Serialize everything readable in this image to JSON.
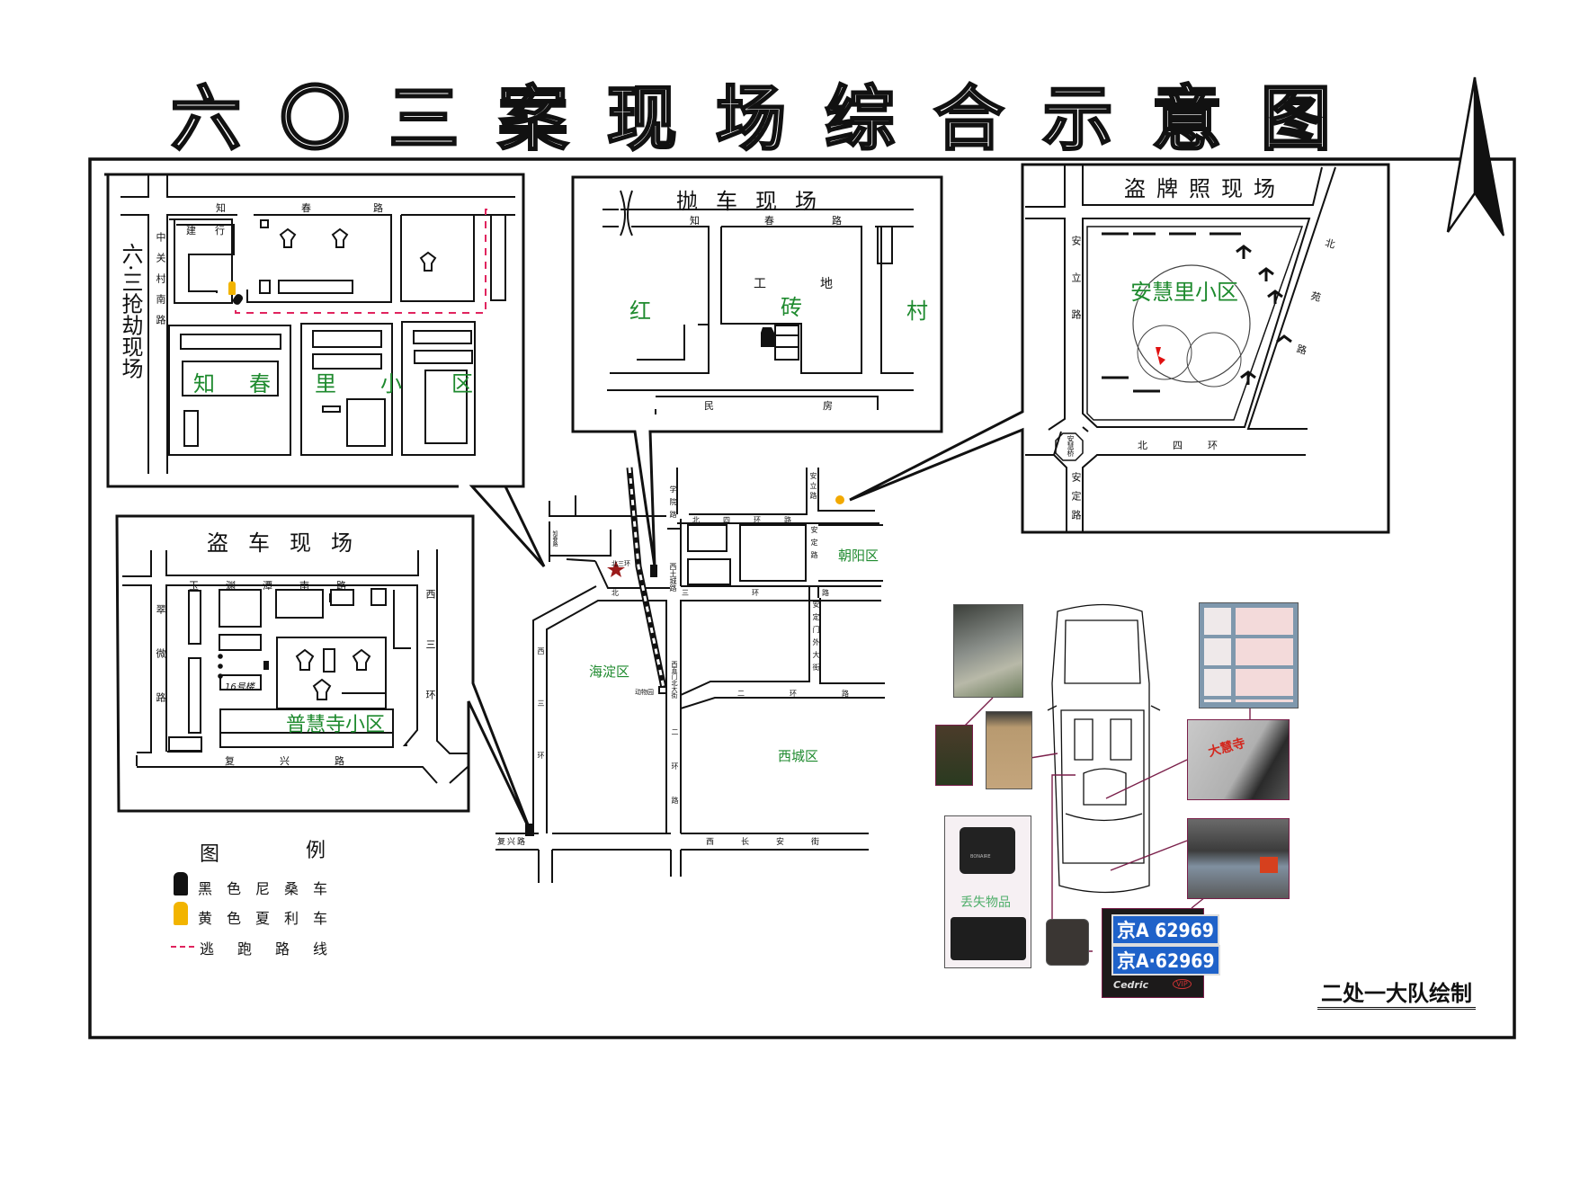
{
  "title_chars": [
    "六",
    "〇",
    "三",
    "案",
    "现",
    "场",
    "综",
    "合",
    "示",
    "意",
    "图"
  ],
  "panels": {
    "robbery": {
      "title": "六·三抢劫现场",
      "roads": {
        "top": [
          "知",
          "春",
          "路"
        ],
        "left": "中关村南路"
      },
      "building": [
        "建",
        "行"
      ],
      "community": [
        "知",
        "春",
        "里",
        "小",
        "区"
      ]
    },
    "abandon": {
      "title": "抛车现场",
      "road": [
        "知",
        "春",
        "路"
      ],
      "village": [
        "红",
        "砖",
        "村"
      ],
      "site": [
        "工",
        "地"
      ],
      "houses": [
        "民",
        "房"
      ]
    },
    "plate_theft": {
      "title": "盗牌照现场",
      "community": "安慧里小区",
      "roads": {
        "left": "安立路",
        "bottom": "北四环",
        "right": "北苑路",
        "south": "安定路",
        "bridge": "安慧桥"
      }
    },
    "car_theft": {
      "title": "盗车现场",
      "roads": {
        "top": "玉渊潭南路",
        "left": "翠微路",
        "right": "西三环",
        "bottom": "复兴路"
      },
      "building_no": "16号楼",
      "community": "普慧寺小区"
    }
  },
  "main_map": {
    "districts": {
      "haidian": "海淀区",
      "xicheng": "西城区",
      "chaoyang": "朝阳区"
    },
    "roads": {
      "n4": "北四环路",
      "n3": "北三环路",
      "n3w": "北三环",
      "ring2n": "二环路",
      "anli": "安立路",
      "anding": "安定路",
      "andingmen": "安定门外大街",
      "xueyuan": "学院路",
      "xitucheng": "西土城路",
      "xizhimen": "西直门北大街",
      "ring2": "二环路",
      "w3": "西三环",
      "fuxing": "复兴路",
      "changan": "西长安街",
      "zhichun": "知春路",
      "station": "动物园"
    }
  },
  "legend": {
    "title": [
      "图",
      "例"
    ],
    "items": [
      {
        "label": "黑色尼桑车",
        "color": "#111111"
      },
      {
        "label": "黄色夏利车",
        "color": "#f2b400"
      },
      {
        "label": "逃跑路线",
        "color": "#e0245e"
      }
    ]
  },
  "evidence": {
    "lost_items": "丢失物品",
    "plates": [
      "京A 62969",
      "京A·62969"
    ],
    "car_badge": "Cedric",
    "vip": "VIP",
    "case_text": "大慧寺",
    "device_brand": "BONAIRE"
  },
  "credit": "二处一大队绘制",
  "colors": {
    "green": "#1e8a2e",
    "route": "#e0245e",
    "star": "#9b1b1b",
    "dot": "#f2a900",
    "plate": "#1f62c9"
  }
}
